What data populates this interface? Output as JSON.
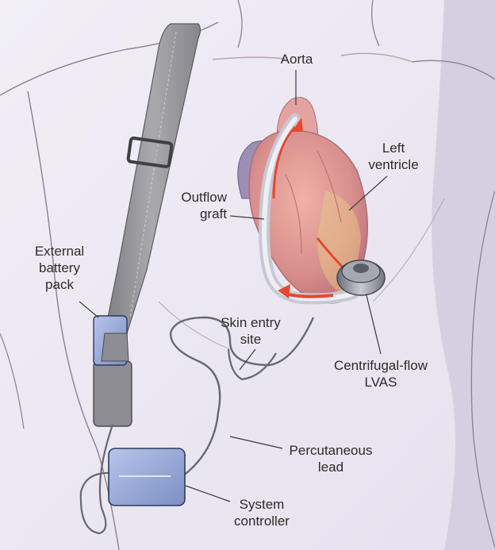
{
  "labels": {
    "aorta": "Aorta",
    "left_ventricle": "Left\nventricle",
    "outflow_graft": "Outflow\ngraft",
    "external_battery_pack": "External\nbattery\npack",
    "skin_entry_site": "Skin entry\nsite",
    "centrifugal_flow_lvas": "Centrifugal-flow\nLVAS",
    "percutaneous_lead": "Percutaneous\nlead",
    "system_controller": "System\ncontroller"
  },
  "colors": {
    "background": "#ece8f2",
    "body_outline": "#8a7f90",
    "strap": "#9a9a9f",
    "heart": "#d98f8c",
    "graft": "#dcdce6",
    "flow_arrow": "#e8462f",
    "device": "#8aa0d0",
    "lead": "#666a70"
  }
}
